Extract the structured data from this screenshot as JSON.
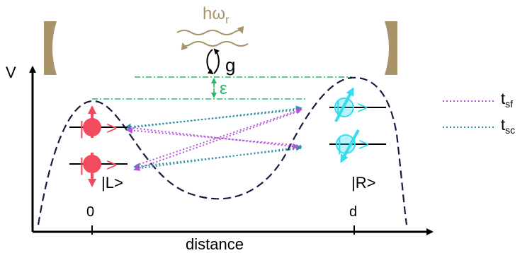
{
  "colors": {
    "mirror": "#a89468",
    "photon": "#a89468",
    "axis": "#000000",
    "potential": "#1a1a40",
    "level_guide": "#22bb66",
    "left_spin": "#f24a5e",
    "right_spin": "#33ddee",
    "spin_flip": "#b455d6",
    "spin_conserving": "#2f8fa6"
  },
  "labels": {
    "photon": "hω",
    "photon_sub": "r",
    "coupling": "g",
    "detuning": "ε",
    "y_axis": "V",
    "x_axis": "distance",
    "left_tick": "0",
    "right_tick": "d",
    "left_state": "|L>",
    "right_state": "|R>"
  },
  "legend": [
    {
      "name": "t",
      "sub": "sf",
      "color_key": "spin_flip"
    },
    {
      "name": "t",
      "sub": "sc",
      "color_key": "spin_conserving"
    }
  ],
  "icons": {
    "mirror_left": "cavity-mirror-icon",
    "mirror_right": "cavity-mirror-icon",
    "photon": "wavy-photon-icon",
    "coupling": "coupling-loop-icon"
  }
}
